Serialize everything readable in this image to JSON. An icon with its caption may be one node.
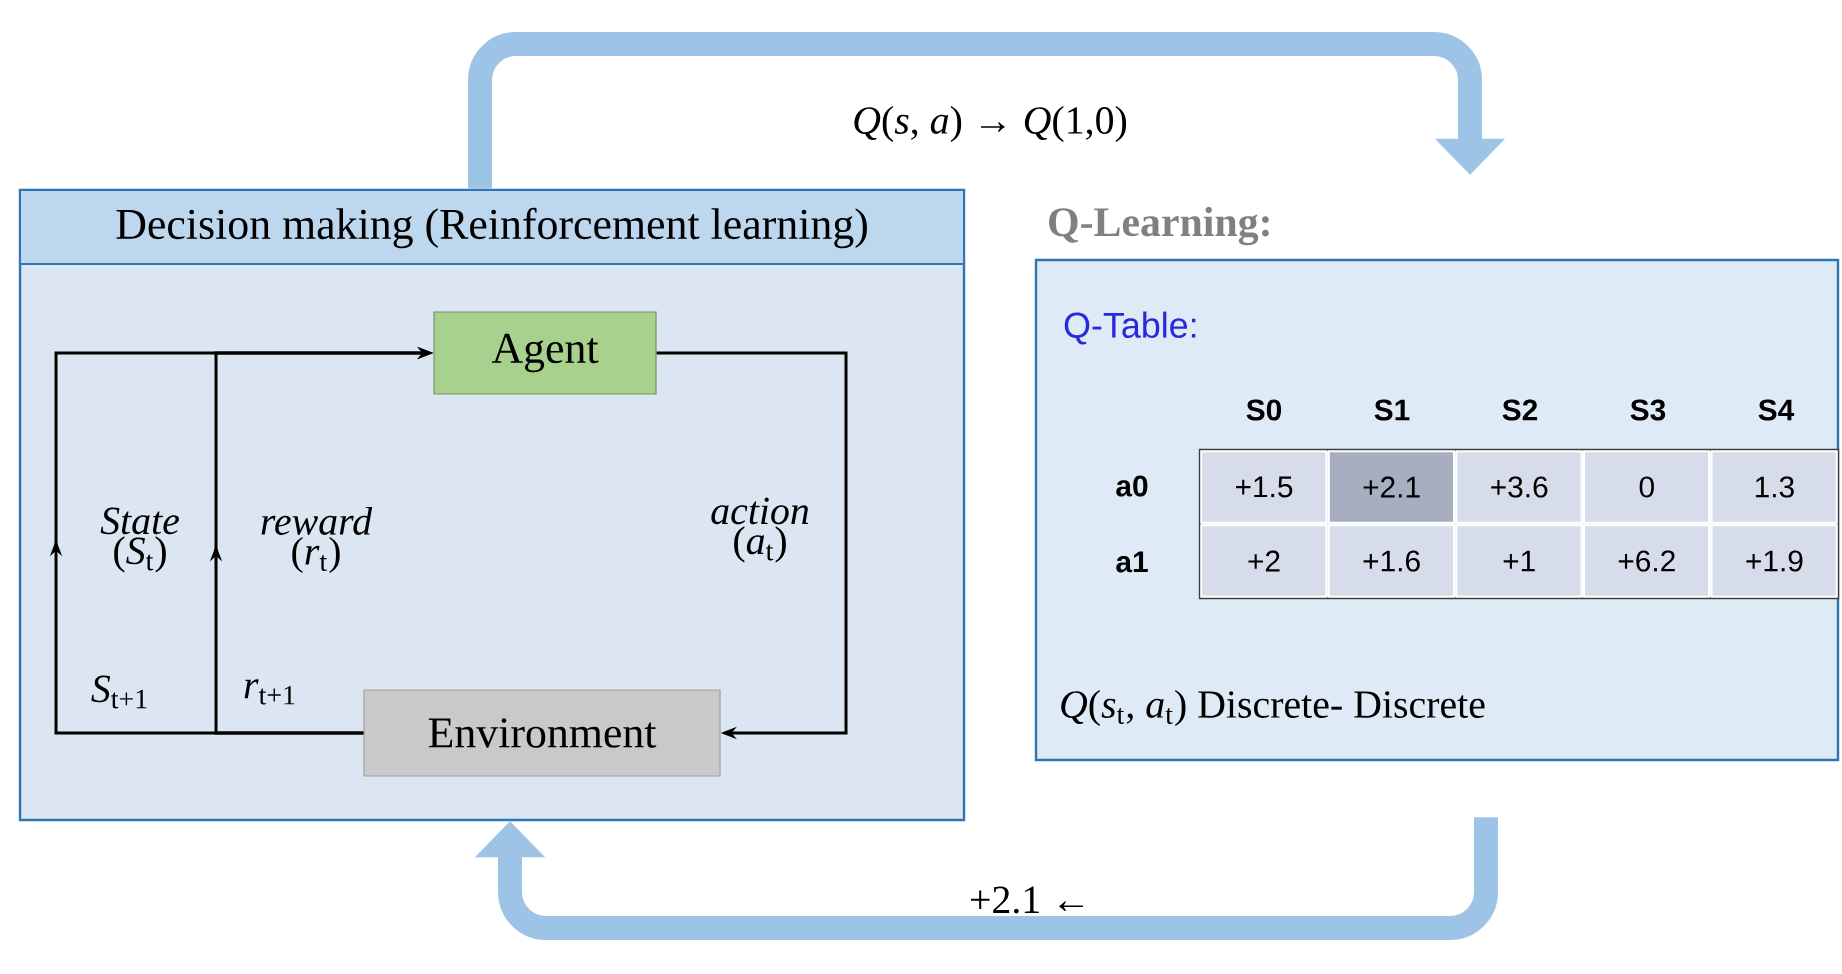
{
  "diagram": {
    "nodes": [
      {
        "text": [
          "Decision making (Reinforcement learning)"
        ]
      },
      {
        "text": [
          "Agent"
        ],
        "in": 0
      },
      {
        "text": [
          "Environment"
        ],
        "in": 0
      },
      {
        "text": [
          "Q-Learning:",
          "Q-Table:",
          "*Q*(*s*$_{t}$, *a*$_{t}$) Discrete- Discrete"
        ]
      }
    ],
    "edges": [
      {
        "from": 1,
        "to": 2,
        "arrow": "to",
        "label": "*action* (*a*$_{t}$)"
      },
      {
        "from": 2,
        "to": 1,
        "arrow": "to",
        "label": "*State* (*S*$_{t}$)"
      },
      {
        "from": 2,
        "to": 1,
        "arrow": "to",
        "label": "*reward* (*r*$_{t}$)"
      },
      {
        "from": 0,
        "to": 3,
        "arrow": "to",
        "label": "*Q*(*s*, *a*) → *Q*(1,0)",
        "style": "thick",
        "color": "#9dc3e6"
      },
      {
        "from": 3,
        "to": 0,
        "arrow": "to",
        "label": "+2.1 ←",
        "style": "thick",
        "color": "#9dc3e6"
      }
    ],
    "labels": [
      "*S*$_{t+1}$",
      "*r*$_{t+1}$",
      "S0",
      "S1",
      "S2",
      "S3",
      "S4",
      "a0",
      "+1.5",
      "+2.1",
      "+3.6",
      "0",
      "1.3",
      "a1",
      "+2",
      "+1.6",
      "+1",
      "+6.2",
      "+1.9"
    ]
  }
}
